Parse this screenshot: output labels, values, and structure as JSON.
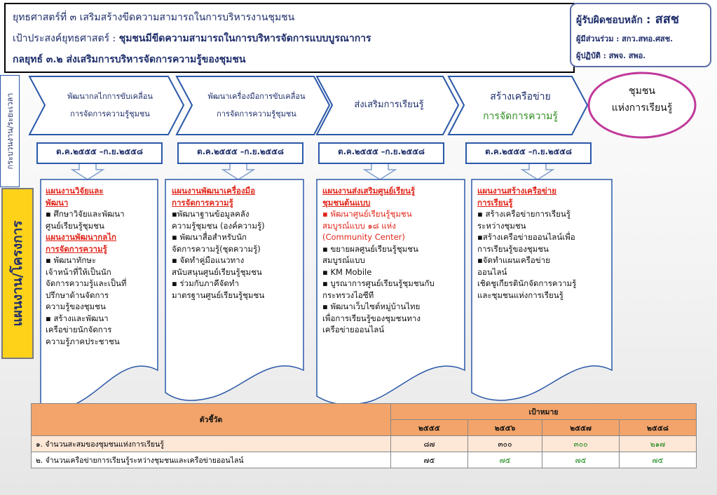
{
  "header": {
    "line1": "ยุทธศาสตร์ที่ ๓ เสริมสร้างขีดความสามารถในการบริหารงานชุมชน",
    "line2_prefix": "เป้าประสงค์ยุทธศาสตร์ : ",
    "line2_bold": "ชุมชนมีขีดความสามารถในการบริหารจัดการแบบบูรณาการ",
    "line3": "กลยุทธ์ ๓.๒  ส่งเสริมการบริหารจัดการความรู้ของชุมชน"
  },
  "responsible": {
    "main_label": "ผู้รับผิดชอบหลัก",
    "main_value": ": สสช",
    "participant": "ผู้มีส่วนร่วม : สกว.สทอ.ศสช.",
    "operator": "ผู้ปฏิบัติ : สพจ. สพอ."
  },
  "side_labels": {
    "timeline": "กระบวนงาน/ระยะเวลา",
    "projects": "แผนงาน/โครงการ"
  },
  "chevrons": [
    {
      "line1": "พัฒนากลไกการขับเคลื่อน",
      "line2": "การจัดการความรู้ชุมชน"
    },
    {
      "line1": "พัฒนาเครื่องมือการขับเคลื่อน",
      "line2": "การจัดการความรู้ชุมชน"
    },
    {
      "line1": "ส่งเสริมการเรียนรู้",
      "line2": ""
    },
    {
      "line1": "สร้างเครือข่าย",
      "line2": "การจัดการความรู้"
    }
  ],
  "goal": {
    "line1": "ชุมชน",
    "line2": "แห่งการเรียนรู้"
  },
  "dates": [
    "ต.ค.๒๕๕๕ –ก.ย.๒๕๕๘",
    "ต.ค.๒๕๕๕ –ก.ย.๒๕๕๘",
    "ต.ค.๒๕๕๕ –ก.ย.๒๕๕๘",
    "ต.ค.๒๕๕๕ –ก.ย.๒๕๕๘"
  ],
  "plans": [
    {
      "lines": [
        {
          "text": "แผนงานวิจัยและ",
          "style": "h"
        },
        {
          "text": "พัฒนา",
          "style": "h"
        },
        {
          "text": "▪ ศึกษาวิจัยและพัฒนา",
          "style": "n"
        },
        {
          "text": "ศูนย์เรียนรู้ชุมชน",
          "style": "n"
        },
        {
          "text": "แผนงานพัฒนากลไก",
          "style": "h"
        },
        {
          "text": "การจัดการความรู้",
          "style": "h"
        },
        {
          "text": "▪ พัฒนาทักษะ",
          "style": "n"
        },
        {
          "text": "เจ้าหน้าที่ให้เป็นนัก",
          "style": "n"
        },
        {
          "text": "จัดการความรู้และเป็นที่",
          "style": "n"
        },
        {
          "text": "ปรึกษาด้านจัดการ",
          "style": "n"
        },
        {
          "text": "ความรู้ของชุมชน",
          "style": "n"
        },
        {
          "text": "▪ สร้างและพัฒนา",
          "style": "n"
        },
        {
          "text": "เครือข่ายนักจัดการ",
          "style": "n"
        },
        {
          "text": "ความรู้ภาคประชาชน",
          "style": "n"
        }
      ]
    },
    {
      "lines": [
        {
          "text": "แผนงานพัฒนาเครื่องมือ",
          "style": "h"
        },
        {
          "text": "การจัดการความรู้",
          "style": "h"
        },
        {
          "text": "▪พัฒนาฐานข้อมูลคลัง",
          "style": "n"
        },
        {
          "text": "ความรู้ชุมชน (องค์ความรู้)",
          "style": "n"
        },
        {
          "text": "▪ พัฒนาสื่อสำหรับนัก",
          "style": "n"
        },
        {
          "text": "จัดการความรู้(ชุดความรู้)",
          "style": "n"
        },
        {
          "text": "▪ จัดทำคู่มือแนวทาง",
          "style": "n"
        },
        {
          "text": "สนับสนุนศูนย์เรียนรู้ชุมชน",
          "style": "n"
        },
        {
          "text": "▪ ร่วมกับภาคีจัดทำ",
          "style": "n"
        },
        {
          "text": "มาตรฐานศูนย์เรียนรู้ชุมชน",
          "style": "n"
        }
      ]
    },
    {
      "lines": [
        {
          "text": "แผนงานส่งเสริมศูนย์เรียนรู้",
          "style": "h"
        },
        {
          "text": "ชุมชนต้นแบบ",
          "style": "h"
        },
        {
          "text": "▪ พัฒนาศูนย์เรียนรู้ชุมชน",
          "style": "r"
        },
        {
          "text": "สมบูรณ์แบบ ๑๘ แห่ง",
          "style": "r"
        },
        {
          "text": "(Community Center)",
          "style": "r"
        },
        {
          "text": "▪ ขยายผลศูนย์เรียนรู้ชุมชน",
          "style": "n"
        },
        {
          "text": "สมบูรณ์แบบ",
          "style": "n"
        },
        {
          "text": "▪ KM  Mobile",
          "style": "n"
        },
        {
          "text": "▪ บูรณาการศูนย์เรียนรู้ชุมชนกับ",
          "style": "n"
        },
        {
          "text": "กระทรวงไอซีที",
          "style": "n"
        },
        {
          "text": "▪ พัฒนาเว็บไซต์หมู่บ้านไทย",
          "style": "n"
        },
        {
          "text": "เพื่อการเรียนรู้ของชุมชนทาง",
          "style": "n"
        },
        {
          "text": "เครือข่ายออนไลน์",
          "style": "n"
        }
      ]
    },
    {
      "lines": [
        {
          "text": " แผนงานสร้างเครือข่าย",
          "style": "h"
        },
        {
          "text": "การเรียนรู้",
          "style": "h"
        },
        {
          "text": "▪ สร้างเครือข่ายการเรียนรู้",
          "style": "n"
        },
        {
          "text": "ระหว่างชุมชน",
          "style": "n"
        },
        {
          "text": "▪สร้างเครือข่ายออนไลน์เพื่อ",
          "style": "n"
        },
        {
          "text": "การเรียนรู้ของชุมชน",
          "style": "n"
        },
        {
          "text": "▪จัดทำแผนเครือข่าย",
          "style": "n"
        },
        {
          "text": "ออนไลน์",
          "style": "n"
        },
        {
          "text": "เชิดชูเกียรตินักจัดการความรู้",
          "style": "n"
        },
        {
          "text": "และชุมชนแห่งการเรียนรู้",
          "style": "n"
        }
      ]
    }
  ],
  "table": {
    "indicator_header": "ตัวชี้วัด",
    "target_header": "เป้าหมาย",
    "years": [
      "๒๕๕๕",
      "๒๕๕๖",
      "๒๕๕๗",
      "๒๕๕๘"
    ],
    "rows": [
      {
        "label": "๑. จำนวนสะสมของชุมชนแห่งการเรียนรู้",
        "values": [
          "๘๗",
          "๓๐๐",
          "๓๐๐",
          "๒๑๗"
        ],
        "green": [
          false,
          false,
          true,
          true
        ]
      },
      {
        "label": "๒. จำนวนเครือข่ายการเรียนรู้ระหว่างชุมชนและเครือข่ายออนไลน์",
        "values": [
          "๗๕",
          "๗๕",
          "๗๕",
          "๗๕"
        ],
        "green": [
          false,
          true,
          true,
          true
        ]
      }
    ]
  },
  "colors": {
    "navy": "#1f2f6b",
    "chevron_border": "#2a58a8",
    "red": "#e0261b",
    "orange": "#f2a46b",
    "goal_border": "#c0399a",
    "yellow": "#ffd21a"
  }
}
